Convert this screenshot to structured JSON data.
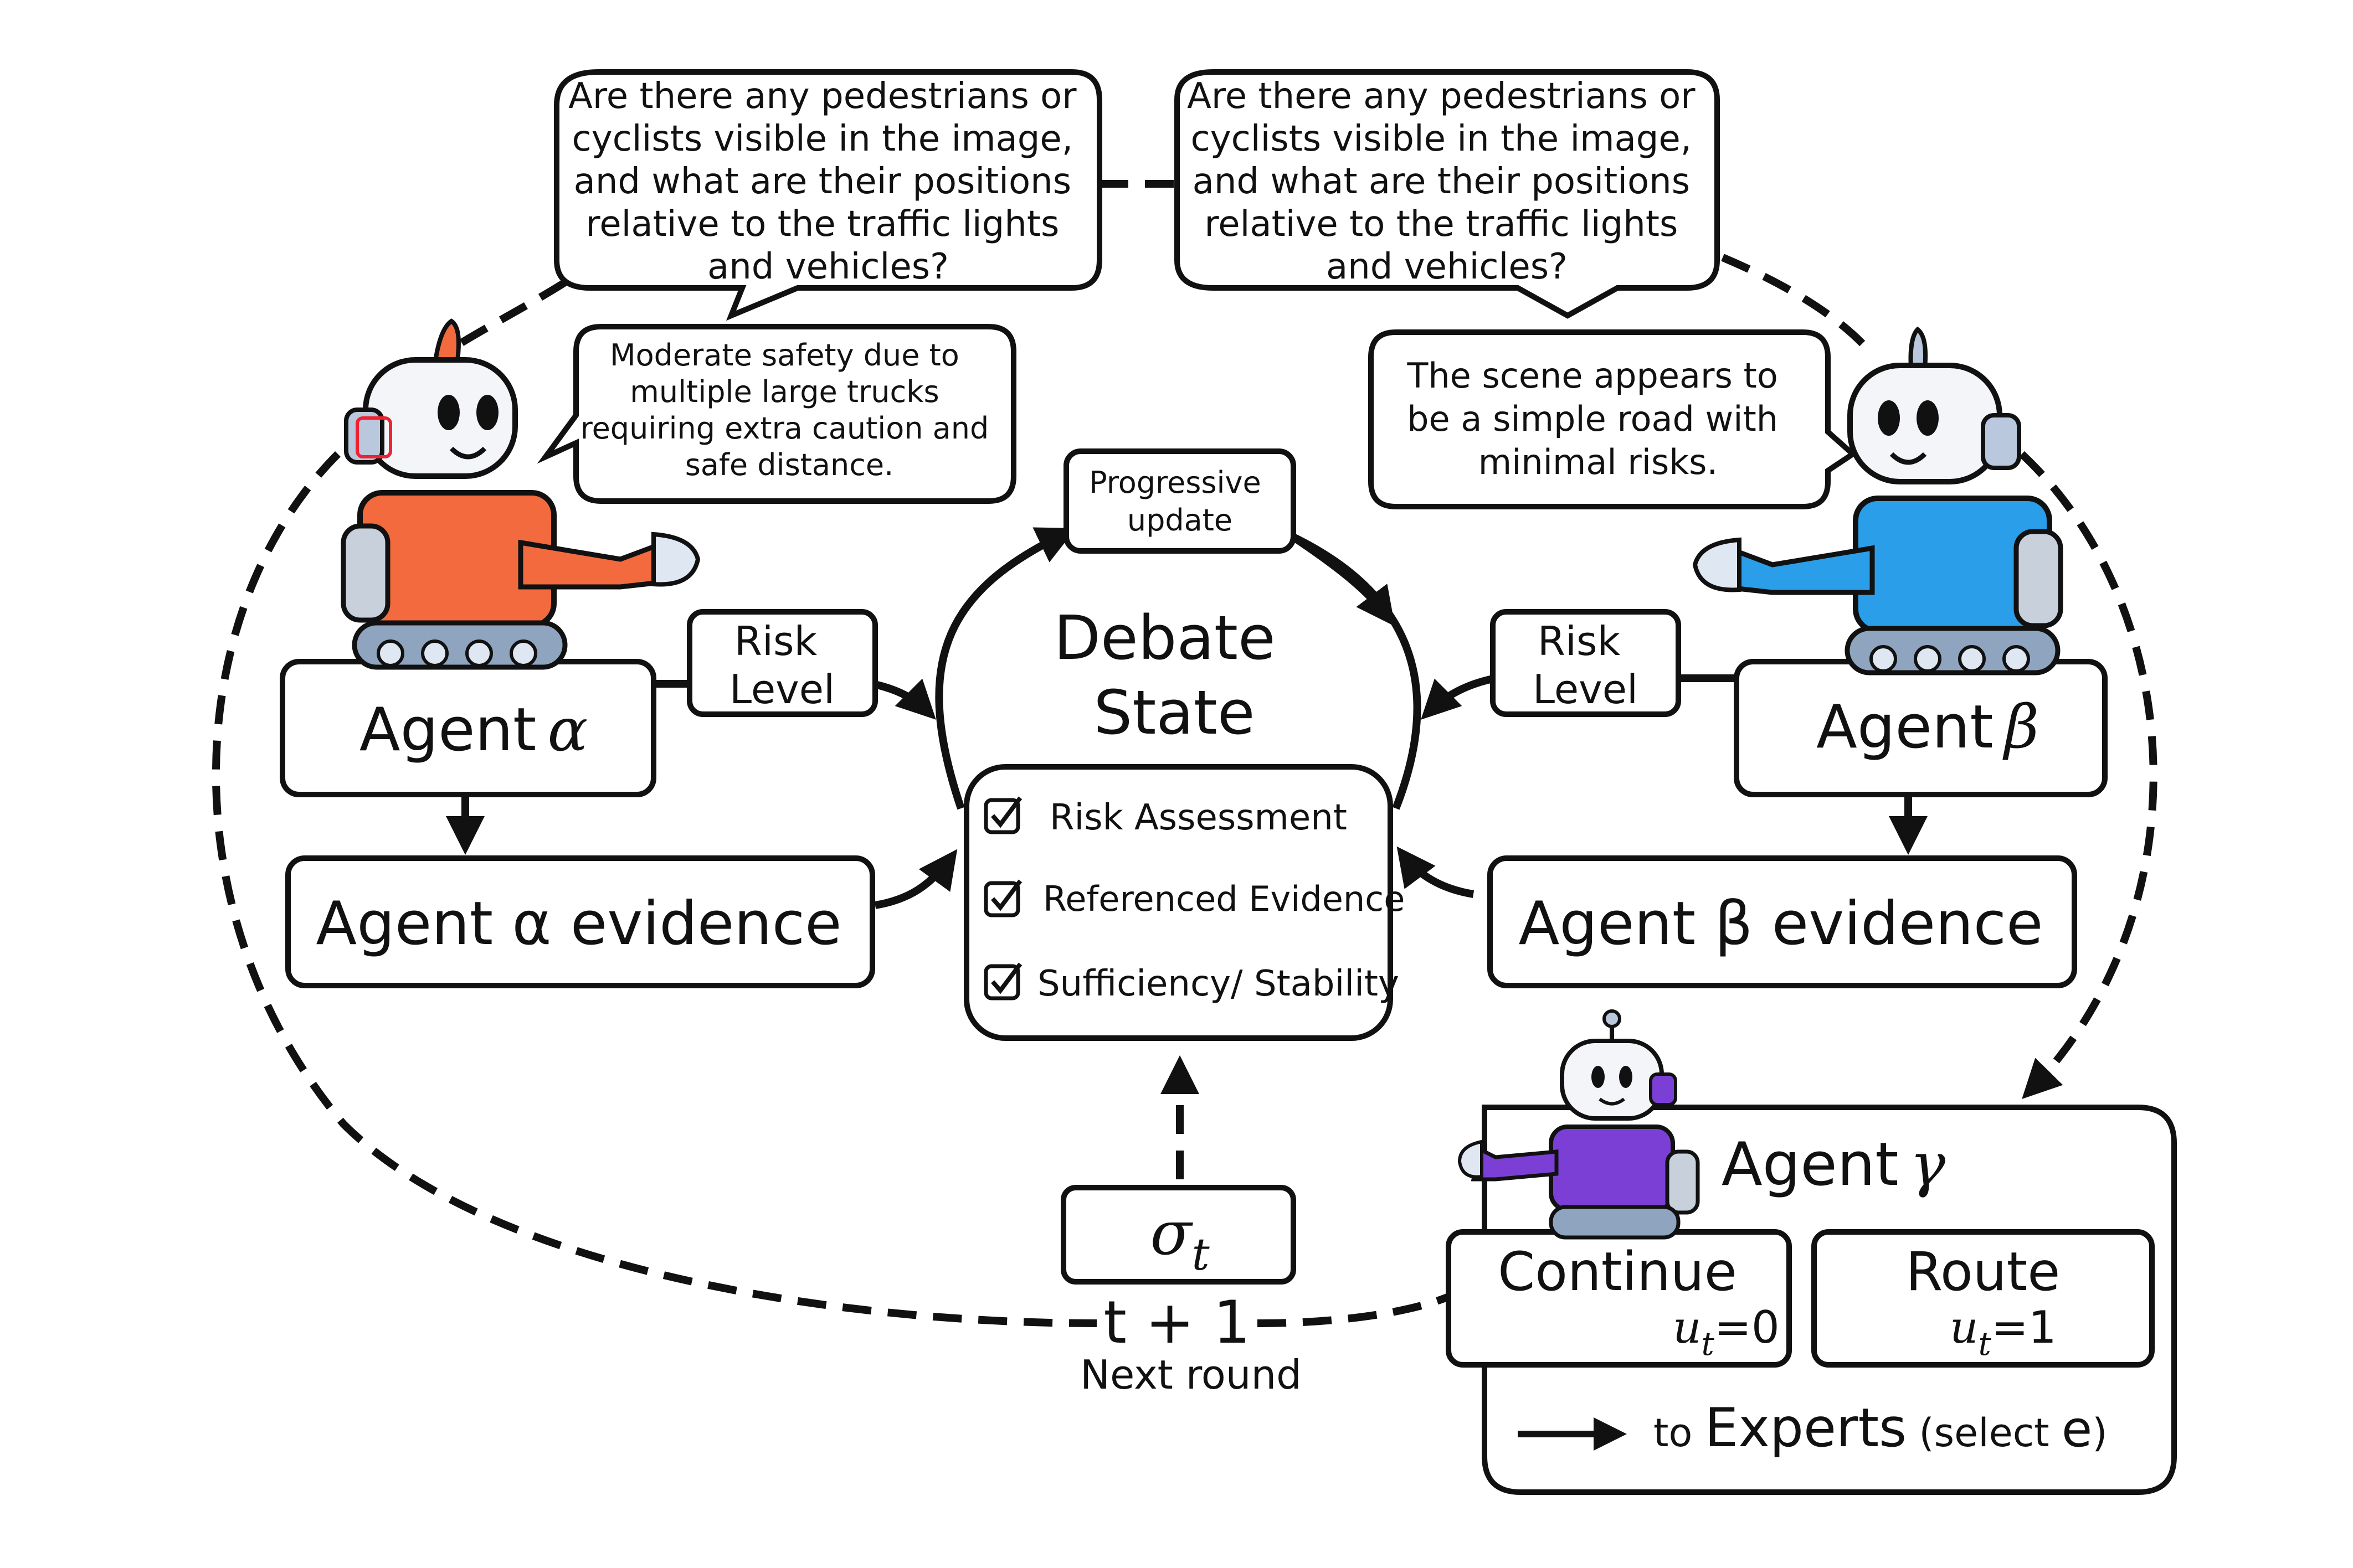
{
  "bubbles": {
    "question_left": [
      "Are there any pedestrians or",
      "cyclists visible in the image,",
      "and what are their positions",
      "relative to the traffic lights",
      "and vehicles?"
    ],
    "question_right": [
      "Are there any pedestrians or",
      "cyclists visible in the image,",
      "and what are their positions",
      "relative to the traffic lights",
      "and vehicles?"
    ],
    "alpha_opinion": [
      "Moderate safety due to",
      "multiple large trucks",
      "requiring extra caution and",
      "safe distance."
    ],
    "beta_opinion": [
      "The scene appears to",
      "be a simple road with",
      "minimal risks."
    ]
  },
  "progressive_update": [
    "Progressive",
    "update"
  ],
  "debate_state": {
    "title": [
      "Debate",
      "State"
    ],
    "checklist": [
      "Risk Assessment",
      "Referenced Evidence",
      "Sufficiency/ Stability"
    ]
  },
  "agents": {
    "alpha": {
      "name": "Agent",
      "symbol": "α",
      "evidence": "Agent α evidence",
      "risk_label": [
        "Risk",
        "Level"
      ],
      "color": "#f26a3d"
    },
    "beta": {
      "name": "Agent",
      "symbol": "β",
      "evidence": "Agent β evidence",
      "risk_label": [
        "Risk",
        "Level"
      ],
      "color": "#2a9ee8"
    },
    "gamma": {
      "name": "Agent",
      "symbol": "γ",
      "color": "#7c3fd6"
    }
  },
  "sigma": {
    "symbol": "σ",
    "sub": "t"
  },
  "next_round": {
    "formula": "t + 1",
    "label": "Next round"
  },
  "decisions": {
    "continue": {
      "label": "Continue",
      "var": "u",
      "sub": "t",
      "value": "=0"
    },
    "route": {
      "label": "Route",
      "var": "u",
      "sub": "t",
      "value": "=1"
    }
  },
  "experts": {
    "prefix": "to ",
    "main": "Experts",
    "suffix": " (select ",
    "e": "e",
    "close": ")"
  }
}
